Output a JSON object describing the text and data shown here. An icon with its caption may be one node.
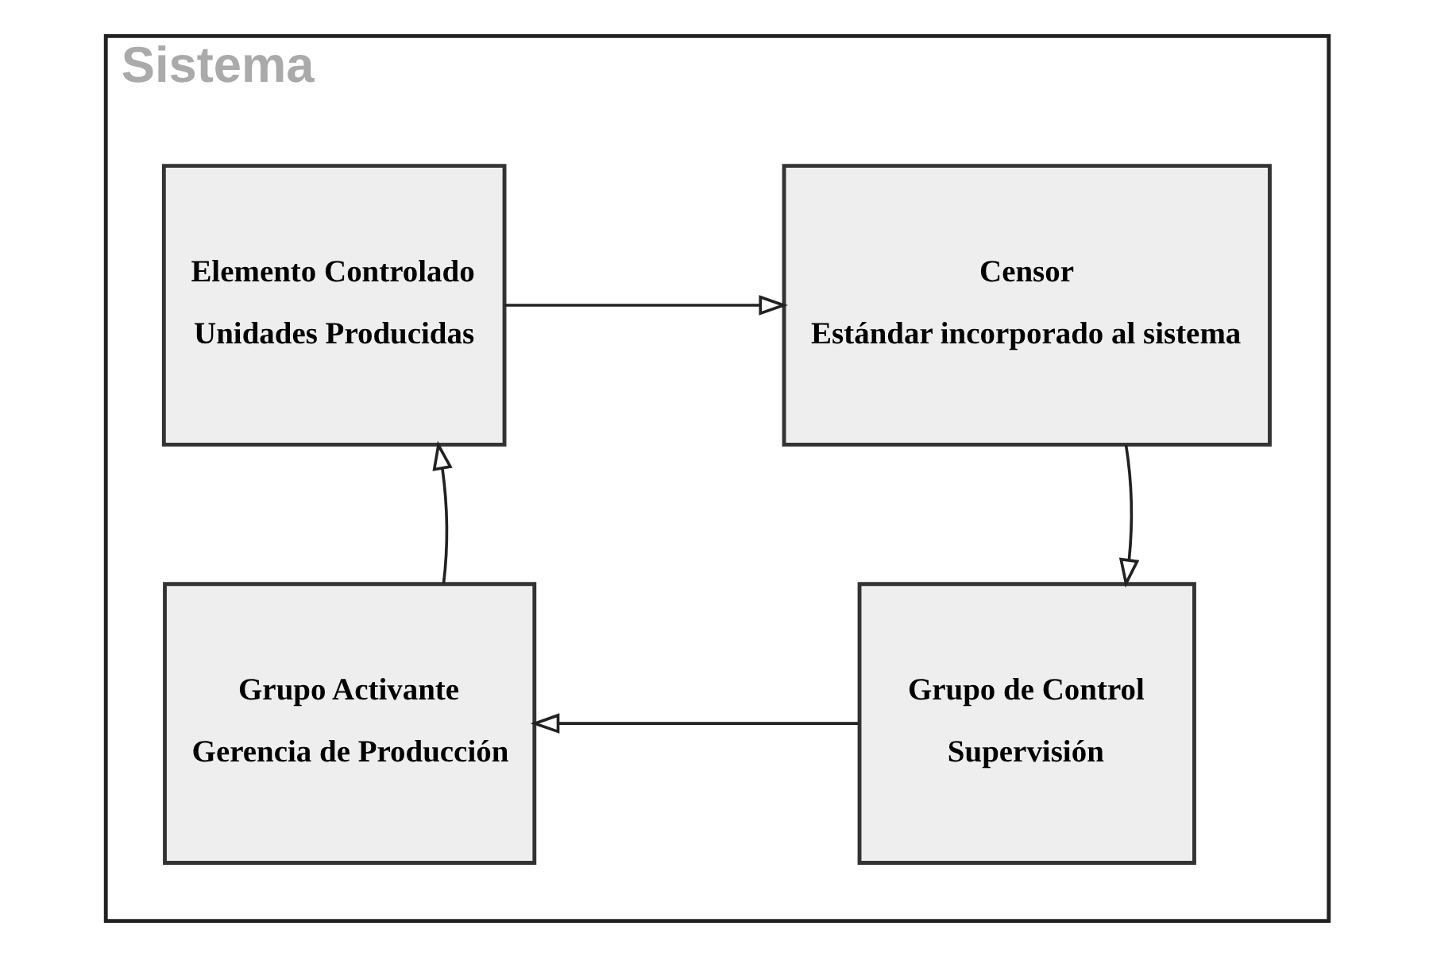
{
  "diagram": {
    "nodes": [
      {
        "text": [
          "Sistema"
        ]
      },
      {
        "text": [
          "Elemento Controlado",
          "Unidades Producidas"
        ],
        "in": 0
      },
      {
        "text": [
          "Censor",
          "Estándar incorporado al sistema"
        ],
        "in": 0
      },
      {
        "text": [
          "Grupo Activante",
          "Gerencia de Producción"
        ],
        "in": 0
      },
      {
        "text": [
          "Grupo de Control",
          "Supervisión"
        ],
        "in": 0
      }
    ],
    "edges": [
      {
        "from": 1,
        "to": 2,
        "arrow": "to"
      },
      {
        "from": 2,
        "to": 4,
        "arrow": "to"
      },
      {
        "from": 4,
        "to": 3,
        "arrow": "to"
      },
      {
        "from": 3,
        "to": 1,
        "arrow": "to"
      }
    ]
  }
}
